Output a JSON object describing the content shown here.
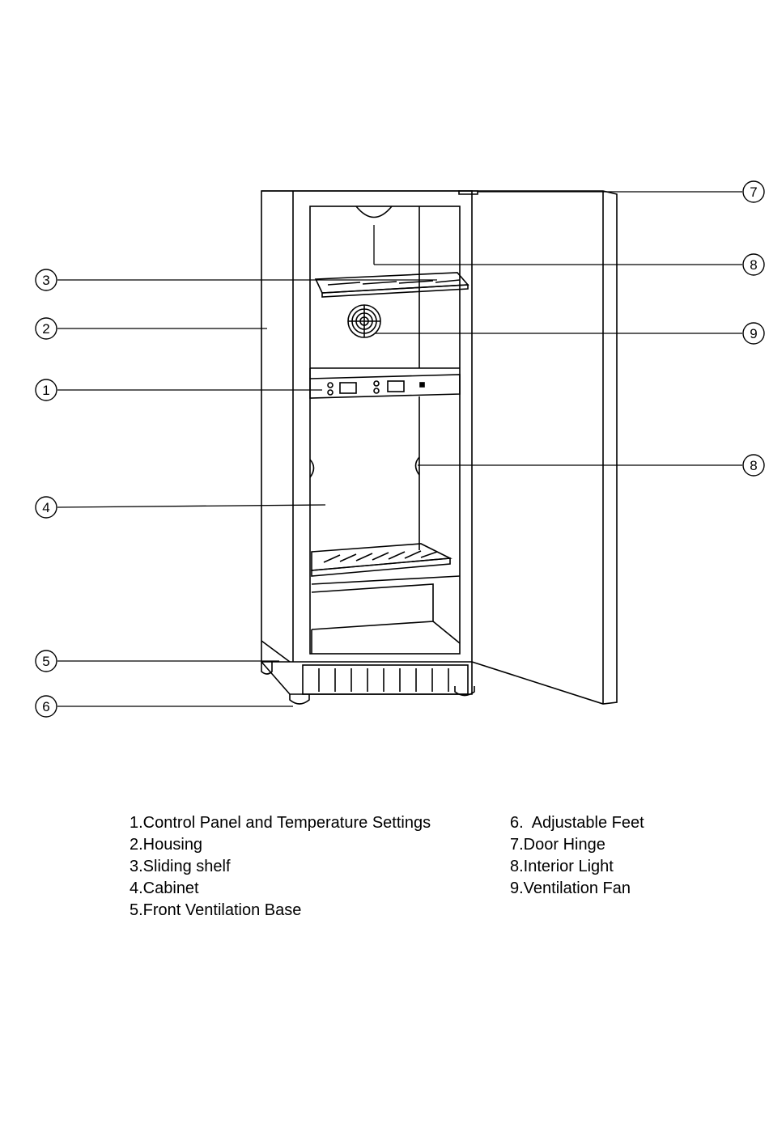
{
  "callouts": [
    {
      "id": "callout-1",
      "number": "1"
    },
    {
      "id": "callout-2",
      "number": "2"
    },
    {
      "id": "callout-3",
      "number": "3"
    },
    {
      "id": "callout-4",
      "number": "4"
    },
    {
      "id": "callout-5",
      "number": "5"
    },
    {
      "id": "callout-6",
      "number": "6"
    },
    {
      "id": "callout-7",
      "number": "7"
    },
    {
      "id": "callout-8a",
      "number": "8"
    },
    {
      "id": "callout-8b",
      "number": "8"
    },
    {
      "id": "callout-9",
      "number": "9"
    }
  ],
  "legend": {
    "left": [
      "1.Control Panel and Temperature Settings",
      "2.Housing",
      "3.Sliding shelf",
      "4.Cabinet",
      "5.Front Ventilation Base"
    ],
    "right": [
      "6.  Adjustable Feet",
      "7.Door Hinge",
      "8.Interior Light",
      "9.Ventilation Fan"
    ]
  }
}
